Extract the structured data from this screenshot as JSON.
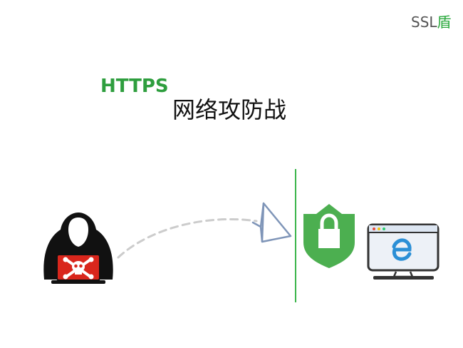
{
  "brand": {
    "prefix": "SSL",
    "accent": "盾",
    "prefix_color": "#555555",
    "accent_color": "#2aa83c"
  },
  "title": {
    "english": "HTTPS",
    "chinese": "网络攻防战",
    "english_color": "#2e9e3e"
  },
  "diagram": {
    "nodes": [
      {
        "id": "attacker",
        "icon": "hooded-hacker-with-skull-laptop-icon"
      },
      {
        "id": "paper-plane",
        "icon": "paper-plane-icon"
      },
      {
        "id": "shield",
        "icon": "green-shield-lock-icon"
      },
      {
        "id": "browser",
        "icon": "monitor-edge-browser-icon"
      }
    ],
    "connector": {
      "style": "dashed-arc",
      "from": "attacker",
      "to": "paper-plane",
      "color": "#cccccc"
    },
    "barrier": {
      "style": "vertical-line",
      "color": "#3ab54a"
    },
    "colors": {
      "shield": "#4caf50",
      "laptop": "#d9261c",
      "plane": "#7f95b8",
      "edge": "#2b8fd6"
    }
  }
}
